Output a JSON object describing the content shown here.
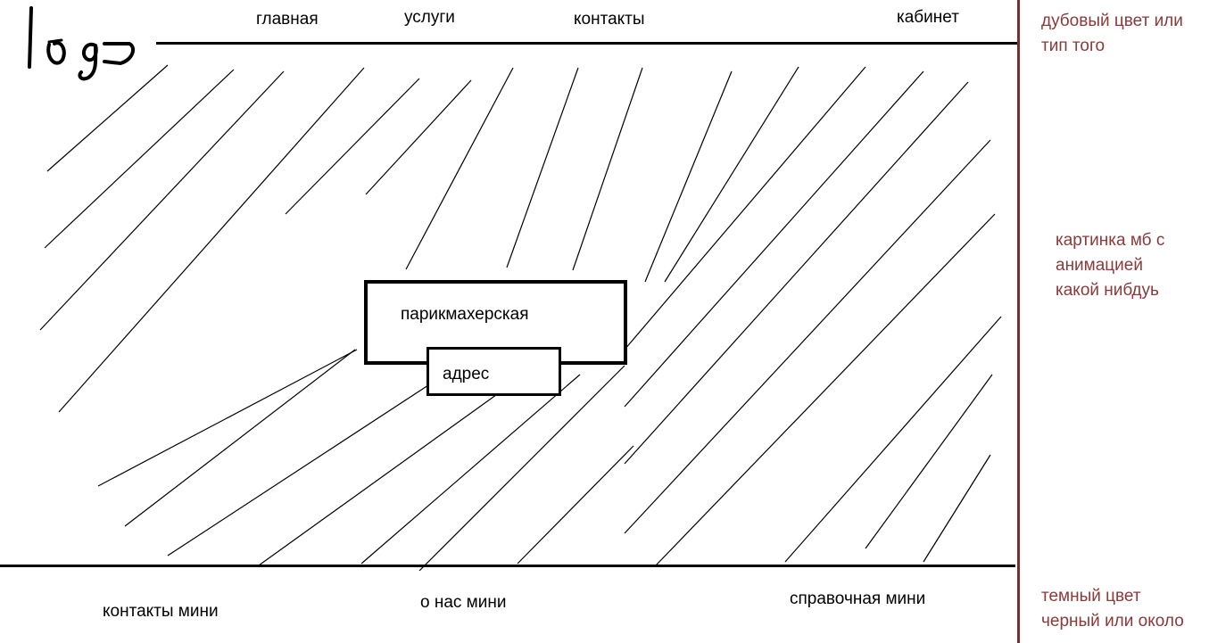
{
  "header": {
    "logo": "logo",
    "nav": [
      {
        "label": "главная"
      },
      {
        "label": "услуги"
      },
      {
        "label": "контакты"
      },
      {
        "label": "кабинет"
      }
    ]
  },
  "hero": {
    "title": "парикмахерская",
    "address": "адрес"
  },
  "footer": {
    "items": [
      {
        "label": "контакты мини"
      },
      {
        "label": "о нас мини"
      },
      {
        "label": "справочная мини"
      }
    ]
  },
  "notes": {
    "header_note": "дубовый цвет или\nтип того",
    "hero_note": "картинка мб с\nанимацией\nкакой нибдуь",
    "footer_note": "темный цвет\nчерный или около"
  },
  "colors": {
    "note_text": "#8b3a3a",
    "divider": "#7a2f2f"
  }
}
